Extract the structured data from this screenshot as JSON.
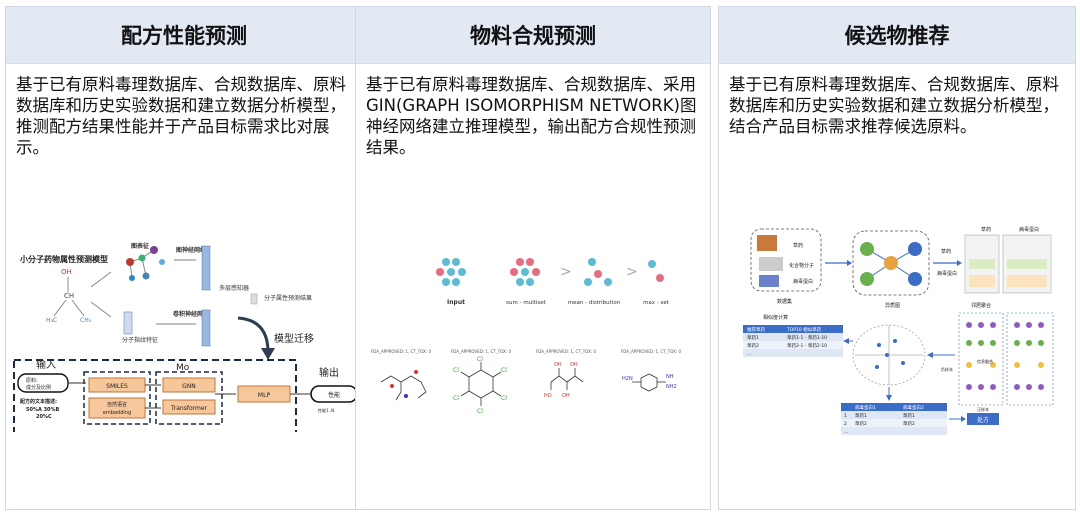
{
  "panels": [
    {
      "title": "配方性能预测",
      "text": "基于已有原料毒理数据库、合规数据库、原料数据库和历史实验数据和建立数据分析模型，推测配方结果性能并于产品目标需求比对展示。",
      "diagram": {
        "mol_title": "小分子药物属性预测模型",
        "mol_oh": "OH",
        "mol_ch": "CH",
        "mol_h3c": "H₃C",
        "mol_ch3": "CH₃",
        "graph_rep": "图表征",
        "gnn": "图神经网络",
        "cnn": "卷积神经网络",
        "fp": "分子指纹特征",
        "mlp_top": "多层感知器",
        "result": "分子属性预测结果",
        "migrate": "模型迁移",
        "input": "输入",
        "input_box_l1": "原料:",
        "input_box_l2": "成分及比例",
        "formula": "配方的文本描述:",
        "formula_v1": "50%A  30%B",
        "formula_v2": "20%C",
        "smiles": "SMILES",
        "nlp_l1": "自然语言",
        "nlp_l2": "embedding",
        "mo": "Mo",
        "gnn_box": "GNN",
        "transformer": "Transformer",
        "mlp": "MLP",
        "output": "输出",
        "perf": "性能",
        "perf_sub": "性能1..N"
      }
    },
    {
      "title": "物料合规预测",
      "text": "基于已有原料毒理数据库、合规数据库、采用 GIN(GRAPH ISOMORPHISM NETWORK)图神经网络建立推理模型，输出配方合规性预测结果。",
      "diagram": {
        "agg_labels": [
          "Input",
          "sum - multiset",
          "mean - distribution",
          "max - set"
        ],
        "fda_label": "FDA_APPROVED: 1, CT_TOX: 0"
      }
    },
    {
      "title": "候选物推荐",
      "text": "基于已有原料毒理数据库、合规数据库、原料数据库和历史实验数据和建立数据分析模型，结合产品目标需求推荐候选原料。",
      "diagram": {
        "herb": "草药",
        "compound": "化合物分子",
        "protein": "病毒蛋白",
        "dataset": "数据集",
        "hetero": "异质图",
        "herb2": "草药",
        "protein2": "病毒蛋白",
        "col_herb": "草药",
        "col_protein": "病毒蛋白",
        "sim_calc": "相似度计算",
        "table1_headers": [
          "推荐草药",
          "TOP10 相似草药"
        ],
        "table1_rows": [
          [
            "草药1",
            "草药1-1 - 草药1-10"
          ],
          [
            "草药2",
            "草药2-1 - 草药2-10"
          ],
          [
            "...",
            ""
          ]
        ],
        "table2_headers": [
          "",
          "病毒蛋白1",
          "病毒蛋白2"
        ],
        "table2_rows": [
          [
            "1",
            "草药1",
            "草药1"
          ],
          [
            "2",
            "草药2",
            "草药2"
          ],
          [
            "...",
            "",
            ""
          ]
        ],
        "prescription": "处方",
        "neighbor": "邻居聚合",
        "fusion": "信息融合",
        "neg": "负样本",
        "pos": "正样本"
      }
    }
  ]
}
